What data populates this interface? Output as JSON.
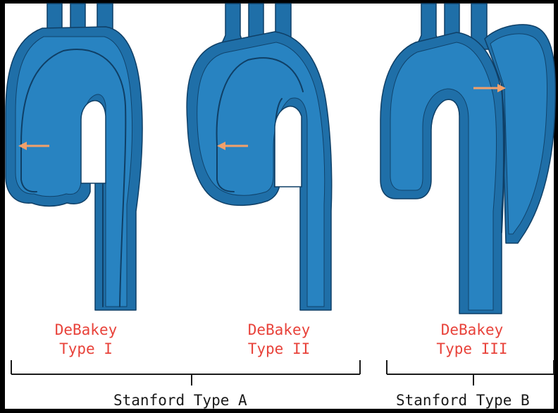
{
  "colors": {
    "background_frame": "#000000",
    "panel": "#ffffff",
    "vessel_wall": "#1f6fa8",
    "vessel_lumen": "#2a86c4",
    "vessel_outline": "#0f3f66",
    "arrow": "#f2a06a",
    "debakey_text": "#e8423a",
    "stanford_text": "#1a1a1a",
    "bracket": "#1a1a1a"
  },
  "diagrams": [
    {
      "name": "type-i-aorta",
      "tear_arrow_direction": "left"
    },
    {
      "name": "type-ii-aorta",
      "tear_arrow_direction": "left"
    },
    {
      "name": "type-iii-aorta",
      "tear_arrow_direction": "right"
    }
  ],
  "debakey_labels": [
    {
      "line1": "DeBakey",
      "line2": "Type I"
    },
    {
      "line1": "DeBakey",
      "line2": "Type II"
    },
    {
      "line1": "DeBakey",
      "line2": "Type III"
    }
  ],
  "stanford_labels": [
    {
      "text": "Stanford Type A"
    },
    {
      "text": "Stanford Type B"
    }
  ]
}
